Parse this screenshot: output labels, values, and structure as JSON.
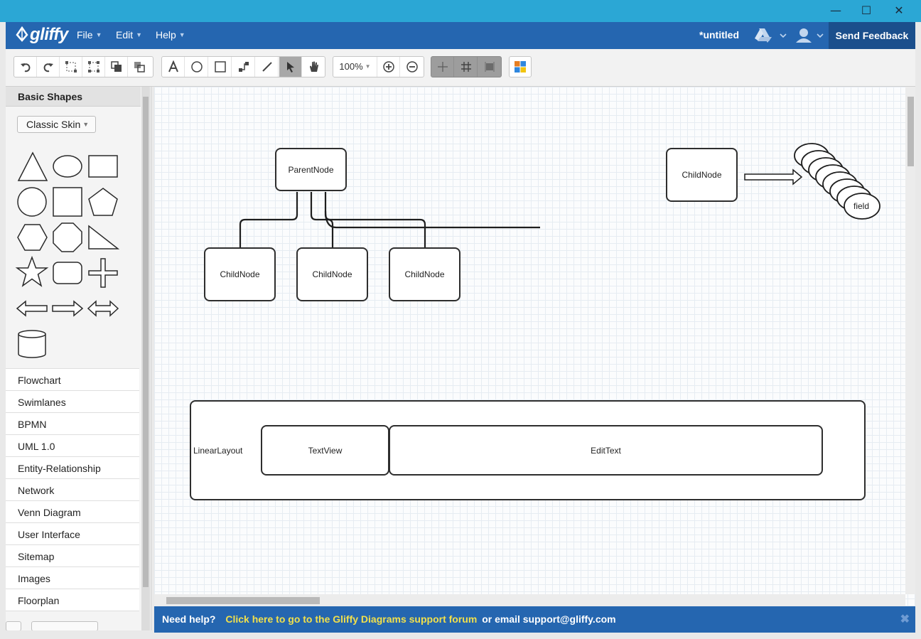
{
  "window": {
    "minimize_glyph": "—",
    "maximize_glyph": "☐",
    "close_glyph": "✕"
  },
  "header": {
    "logo": "gliffy",
    "menus": [
      {
        "label": "File"
      },
      {
        "label": "Edit"
      },
      {
        "label": "Help"
      }
    ],
    "document_title": "*untitled",
    "feedback_label": "Send Feedback"
  },
  "toolbar": {
    "zoom": "100%"
  },
  "sidebar": {
    "heading": "Basic Shapes",
    "skin_button": "Classic Skin",
    "libraries": [
      {
        "label": "Flowchart"
      },
      {
        "label": "Swimlanes"
      },
      {
        "label": "BPMN"
      },
      {
        "label": "UML 1.0"
      },
      {
        "label": "Entity-Relationship"
      },
      {
        "label": "Network"
      },
      {
        "label": "Venn Diagram"
      },
      {
        "label": "User Interface"
      },
      {
        "label": "Sitemap"
      },
      {
        "label": "Images"
      },
      {
        "label": "Floorplan"
      }
    ]
  },
  "diagram": {
    "parent": "ParentNode",
    "children": [
      "ChildNode",
      "ChildNode",
      "ChildNode"
    ],
    "right_node": "ChildNode",
    "field_label": "field",
    "layout_label": "LinearLayout",
    "textview": "TextView",
    "edittext": "EditText"
  },
  "footer": {
    "need_help": "Need help?",
    "link_text": "Click here to go to the Gliffy Diagrams support forum",
    "email_text": "or email support@gliffy.com",
    "close_glyph": "✖"
  },
  "colors": {
    "titlebar": "#2ba7d5",
    "appbar": "#2566b0",
    "feedback_bg": "#1b4f8c",
    "link_yellow": "#f2e04b"
  }
}
